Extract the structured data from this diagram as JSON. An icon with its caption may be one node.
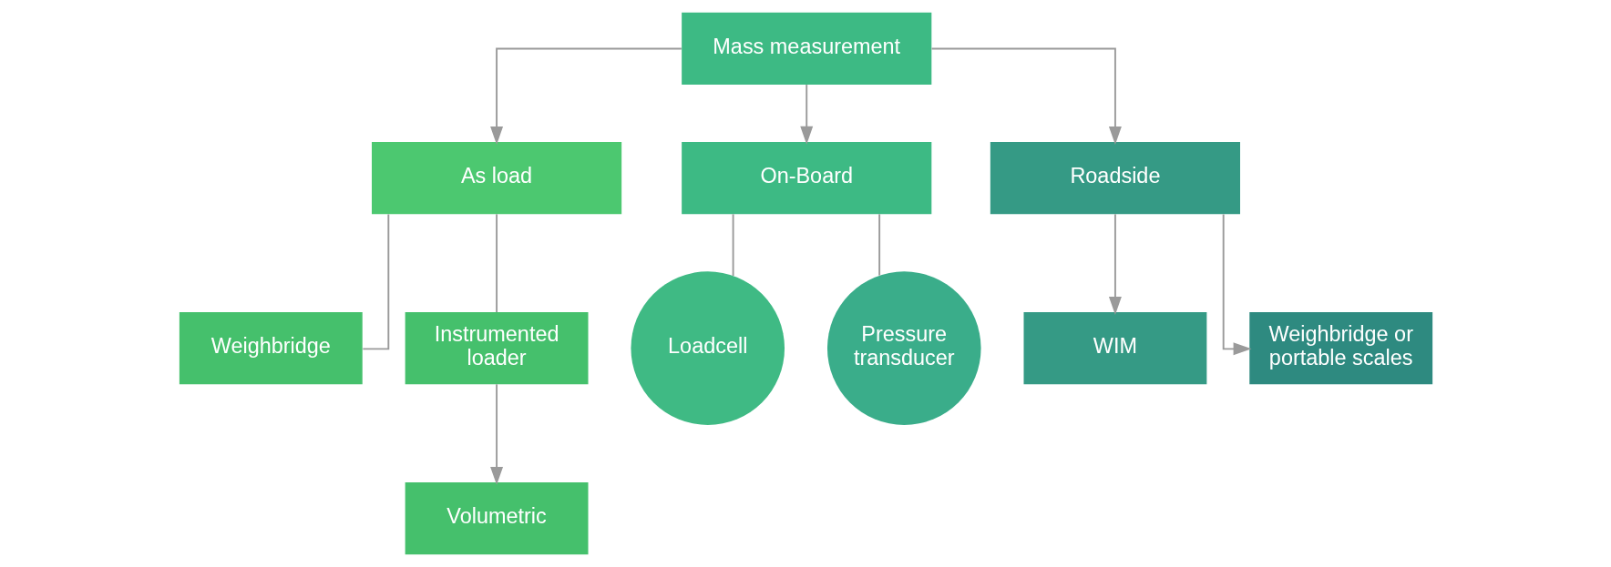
{
  "diagram": {
    "nodes": [
      {
        "text": [
          "Mass measurement"
        ]
      },
      {
        "text": [
          "As load"
        ]
      },
      {
        "text": [
          "On-Board"
        ]
      },
      {
        "text": [
          "Roadside"
        ]
      },
      {
        "text": [
          "Weighbridge"
        ]
      },
      {
        "text": [
          "Instrumented loader"
        ]
      },
      {
        "text": [
          "Volumetric"
        ]
      },
      {
        "text": [
          "Loadcell"
        ]
      },
      {
        "text": [
          "Pressure transducer"
        ]
      },
      {
        "text": [
          "WIM"
        ]
      },
      {
        "text": [
          "Weighbridge or portable scales"
        ]
      }
    ],
    "edges": [
      {
        "from": 0,
        "to": 1,
        "arrow": "to"
      },
      {
        "from": 0,
        "to": 2,
        "arrow": "to"
      },
      {
        "from": 0,
        "to": 3,
        "arrow": "to"
      },
      {
        "from": 1,
        "to": 4,
        "arrow": "none"
      },
      {
        "from": 1,
        "to": 5,
        "arrow": "none"
      },
      {
        "from": 5,
        "to": 6,
        "arrow": "to"
      },
      {
        "from": 2,
        "to": 7,
        "arrow": "none"
      },
      {
        "from": 2,
        "to": 8,
        "arrow": "none"
      },
      {
        "from": 3,
        "to": 9,
        "arrow": "to"
      },
      {
        "from": 3,
        "to": 10,
        "arrow": "to"
      }
    ]
  }
}
